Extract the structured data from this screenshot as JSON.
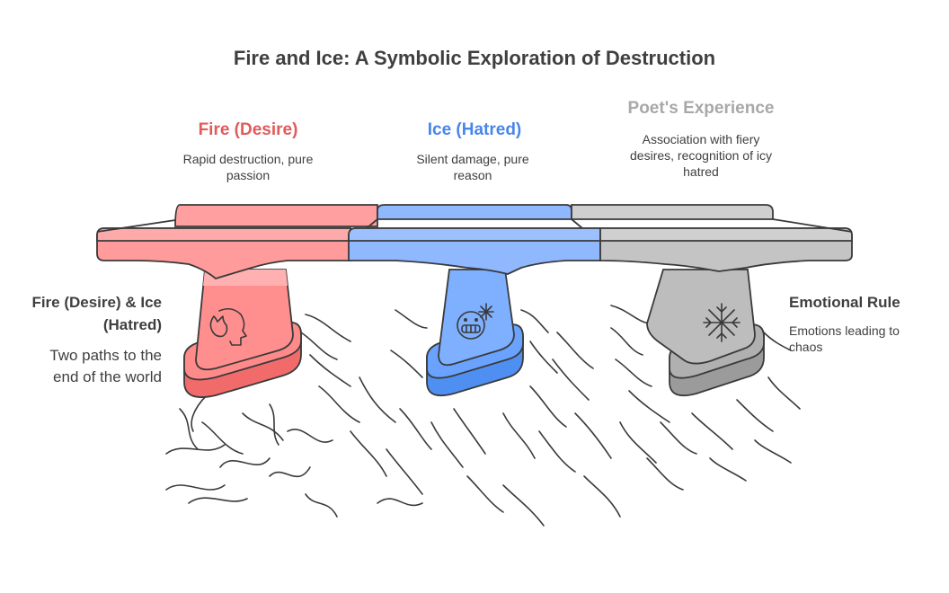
{
  "title": "Fire and Ice: A Symbolic Exploration of Destruction",
  "colors": {
    "fire": "#f26b6b",
    "fire_light": "#ff9b9b",
    "ice": "#4f8ff2",
    "ice_light": "#8fb8ff",
    "neutral": "#9b9b9b",
    "neutral_light": "#c4c4c4",
    "outline": "#3a3a3a"
  },
  "columns": [
    {
      "heading": "Fire (Desire)",
      "description": "Rapid destruction, pure passion",
      "icon": "fire-head-icon",
      "color": "#e15b5b"
    },
    {
      "heading": "Ice (Hatred)",
      "description": "Silent damage, pure reason",
      "icon": "freezing-face-icon",
      "color": "#4a86e8"
    },
    {
      "heading": "Poet's Experience",
      "description": "Association with fiery desires, recognition of icy hatred",
      "icon": "snowflake-icon",
      "color": "#a8a8a8"
    }
  ],
  "left_panel": {
    "heading": "Fire (Desire) & Ice (Hatred)",
    "description": "Two paths to the end of the world"
  },
  "right_panel": {
    "heading": "Emotional Rule",
    "description": "Emotions leading to chaos"
  }
}
